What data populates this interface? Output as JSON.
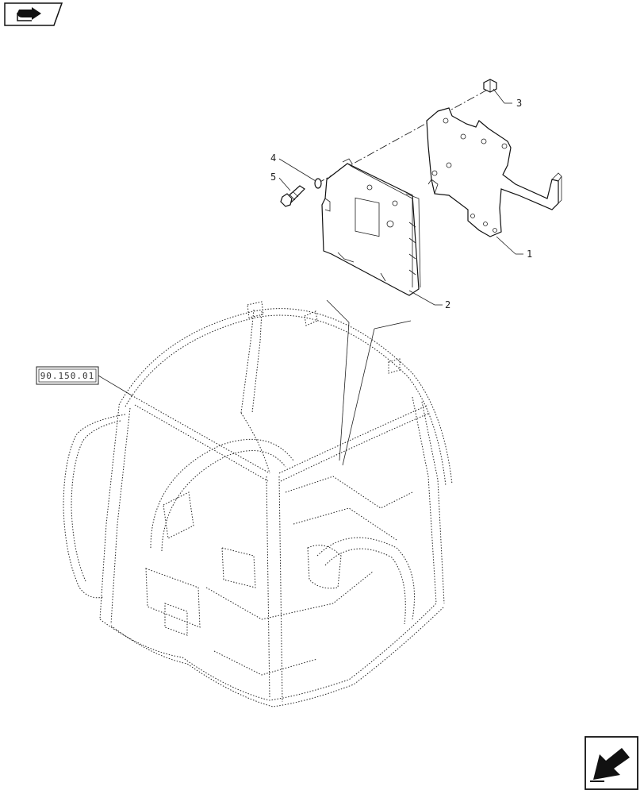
{
  "reference_box": {
    "label": "90.150.01"
  },
  "callouts": [
    {
      "id": "callout-1",
      "label": "1"
    },
    {
      "id": "callout-2",
      "label": "2"
    },
    {
      "id": "callout-3",
      "label": "3"
    },
    {
      "id": "callout-4",
      "label": "4"
    },
    {
      "id": "callout-5",
      "label": "5"
    }
  ],
  "icons": {
    "top_left": "book-arrow-icon",
    "bottom_right": "next-page-arrow-icon"
  }
}
